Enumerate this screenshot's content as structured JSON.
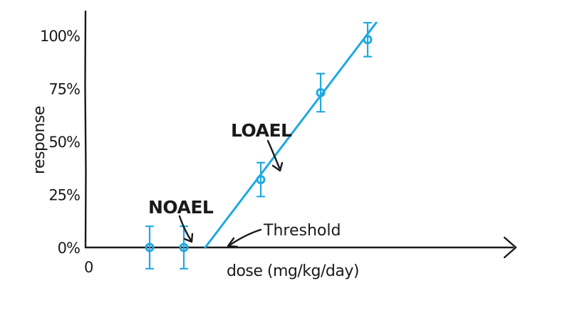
{
  "chart_data": {
    "type": "scatter",
    "xlabel": "dose (mg/kg/day)",
    "ylabel": "response",
    "x_origin_label": "0",
    "y_ticks": [
      "0%",
      "25%",
      "50%",
      "75%",
      "100%"
    ],
    "y_tick_values": [
      0,
      25,
      50,
      75,
      100
    ],
    "xlim": [
      0,
      10
    ],
    "ylim": [
      0,
      110
    ],
    "series": [
      {
        "points": [
          {
            "x": 1.5,
            "y": 0,
            "err": 10
          },
          {
            "x": 2.3,
            "y": 0,
            "err": 10
          },
          {
            "x": 4.1,
            "y": 32,
            "err": 8
          },
          {
            "x": 5.5,
            "y": 73,
            "err": 9
          },
          {
            "x": 6.6,
            "y": 98,
            "err": 8
          }
        ],
        "fit_line": [
          {
            "x": 2.8,
            "y": 0
          },
          {
            "x": 6.8,
            "y": 106
          }
        ],
        "color": "#1fa9e1"
      }
    ],
    "annotations": [
      {
        "text": "NOAEL",
        "target_point": 1
      },
      {
        "text": "LOAEL",
        "target_point": 2
      },
      {
        "text": "Threshold",
        "target": {
          "x": 2.8,
          "y": 0
        }
      }
    ],
    "grid": false,
    "legend": "none"
  }
}
